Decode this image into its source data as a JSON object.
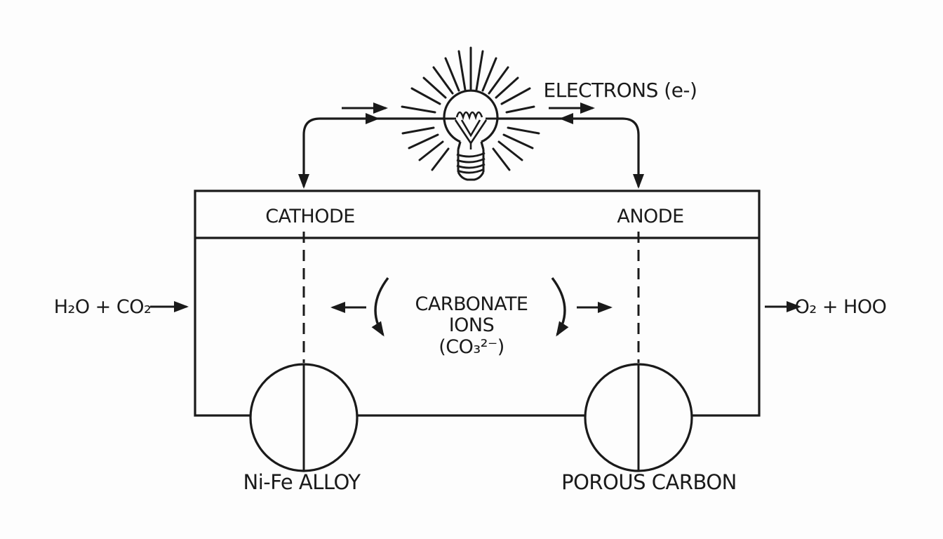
{
  "diagram": {
    "kind": "molten-carbonate electrolysis cell schematic",
    "colors": {
      "ink": "#1a1a1a",
      "background": "#fdfdfd"
    },
    "icons": {
      "bulb": "light-bulb-icon",
      "rays": "light-rays-icon",
      "arrows": "flow-arrow-icon"
    },
    "top": {
      "electrons_label": "ELECTRONS (e-)"
    },
    "cell": {
      "cathode_label": "CATHODE",
      "anode_label": "ANODE"
    },
    "center": {
      "line1": "CARBONATE",
      "line2": "IONS",
      "line3": "(CO₃²⁻)"
    },
    "left_input": {
      "formula": "H₂O + CO₂"
    },
    "right_output": {
      "formula": "O₂ + HOO"
    },
    "electrodes": {
      "left_label": "Ni-Fe ALLOY",
      "right_label": "POROUS CARBON"
    }
  }
}
